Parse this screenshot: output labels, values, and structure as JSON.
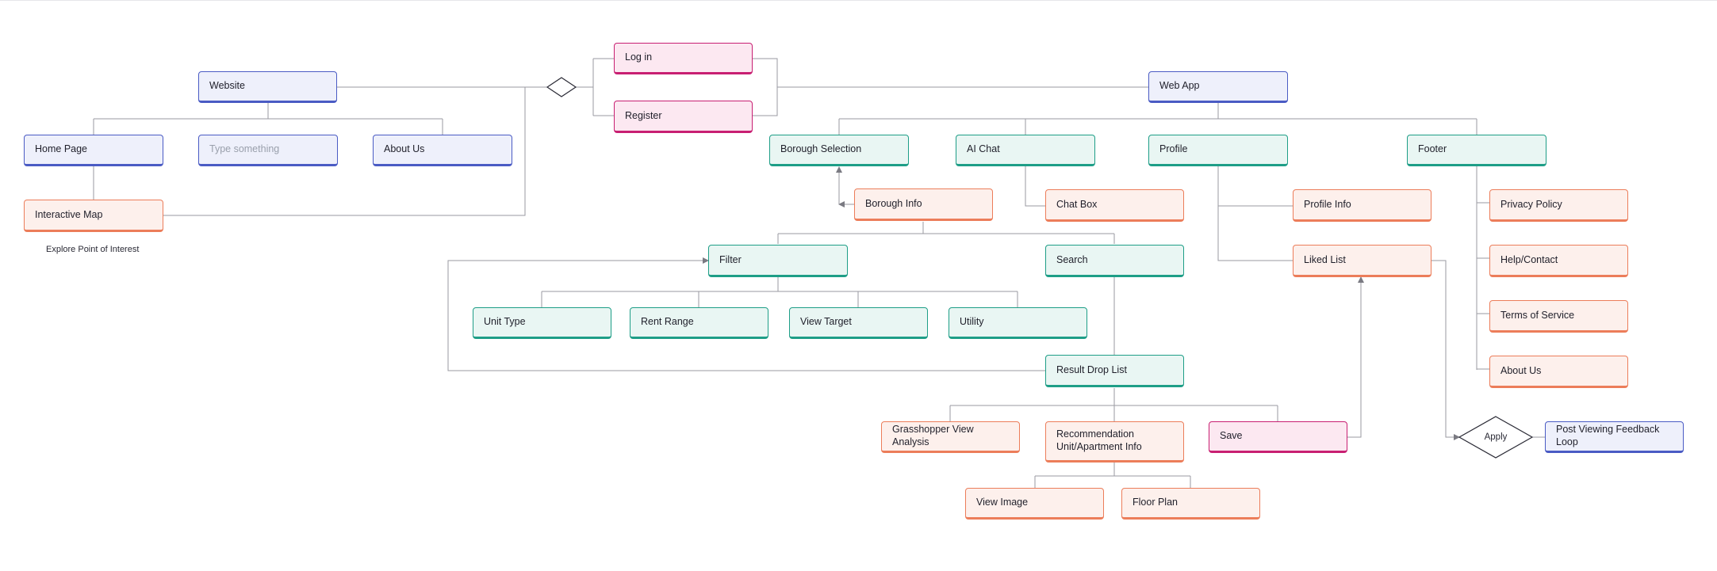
{
  "nodes": {
    "website": "Website",
    "home_page": "Home Page",
    "type_something": "Type something",
    "about_us_site": "About Us",
    "interactive_map": "Interactive Map",
    "log_in": "Log in",
    "register": "Register",
    "web_app": "Web App",
    "borough_selection": "Borough Selection",
    "ai_chat": "AI Chat",
    "profile": "Profile",
    "footer": "Footer",
    "borough_info": "Borough Info",
    "chat_box": "Chat Box",
    "profile_info": "Profile Info",
    "liked_list": "Liked List",
    "privacy_policy": "Privacy Policy",
    "help_contact": "Help/Contact",
    "terms_of_service": "Terms of Service",
    "about_us_footer": "About Us",
    "filter": "Filter",
    "search": "Search",
    "unit_type": "Unit Type",
    "rent_range": "Rent Range",
    "view_target": "View Target",
    "utility": "Utility",
    "result_drop_list": "Result Drop List",
    "grasshopper": "Grasshopper View Analysis",
    "recommendation": "Recommendation Unit/Apartment Info",
    "save": "Save",
    "view_image": "View Image",
    "floor_plan": "Floor Plan",
    "post_viewing": "Post Viewing Feedback Loop"
  },
  "decisions": {
    "apply": "Apply"
  },
  "captions": {
    "explore": "Explore Point of Interest"
  },
  "colors": {
    "blue": "#4a5bc4",
    "teal": "#1e9e87",
    "orange": "#ec7d5a",
    "pink": "#c81f72",
    "connector": "#9a9aa2"
  }
}
